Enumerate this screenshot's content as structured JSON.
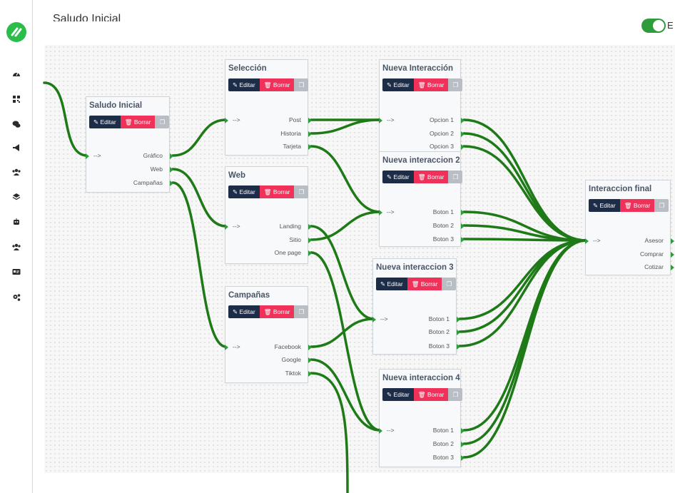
{
  "header": {
    "flow_name": "Saludo Inicial",
    "toggle_label": "E"
  },
  "sidebar": {
    "icons": [
      "dashboard-icon",
      "qr-code-icon",
      "comments-icon",
      "megaphone-icon",
      "users-icon",
      "layers-icon",
      "robot-icon",
      "users-icon",
      "id-card-icon",
      "cogs-icon"
    ]
  },
  "buttons": {
    "edit": "✎ Editar",
    "delete": "🗑 Borrar",
    "copy": "❐"
  },
  "input_label": "-->",
  "nodes": [
    {
      "id": "saludo",
      "title": "Saludo Inicial",
      "outputs": [
        "Gráfico",
        "Web",
        "Campañas"
      ]
    },
    {
      "id": "seleccion",
      "title": "Selección",
      "outputs": [
        "Post",
        "Historia",
        "Tarjeta"
      ]
    },
    {
      "id": "web",
      "title": "Web",
      "outputs": [
        "Landing",
        "Sitio",
        "One page"
      ]
    },
    {
      "id": "campanas",
      "title": "Campañas",
      "outputs": [
        "Facebook",
        "Google",
        "Tiktok"
      ]
    },
    {
      "id": "nueva1",
      "title": "Nueva Interacción",
      "outputs": [
        "Opcion 1",
        "Opcion 2",
        "Opcion 3"
      ]
    },
    {
      "id": "nueva2",
      "title": "Nueva interaccion 2",
      "outputs": [
        "Boton 1",
        "Boton 2",
        "Boton 3"
      ]
    },
    {
      "id": "nueva3",
      "title": "Nueva interaccion 3",
      "outputs": [
        "Boton 1",
        "Boton 2",
        "Boton 3"
      ]
    },
    {
      "id": "nueva4",
      "title": "Nueva interaccion 4",
      "outputs": [
        "Boton 1",
        "Boton 2",
        "Boton 3"
      ]
    },
    {
      "id": "final",
      "title": "Interaccion final",
      "outputs": [
        "Asesor",
        "Comprar",
        "Cotizar"
      ]
    }
  ],
  "colors": {
    "link": "#1e7a17",
    "edit_button": "#1d2c47",
    "delete_button": "#f0325a",
    "copy_button": "#b9bec5",
    "toggle_on": "#2e9c3c"
  }
}
